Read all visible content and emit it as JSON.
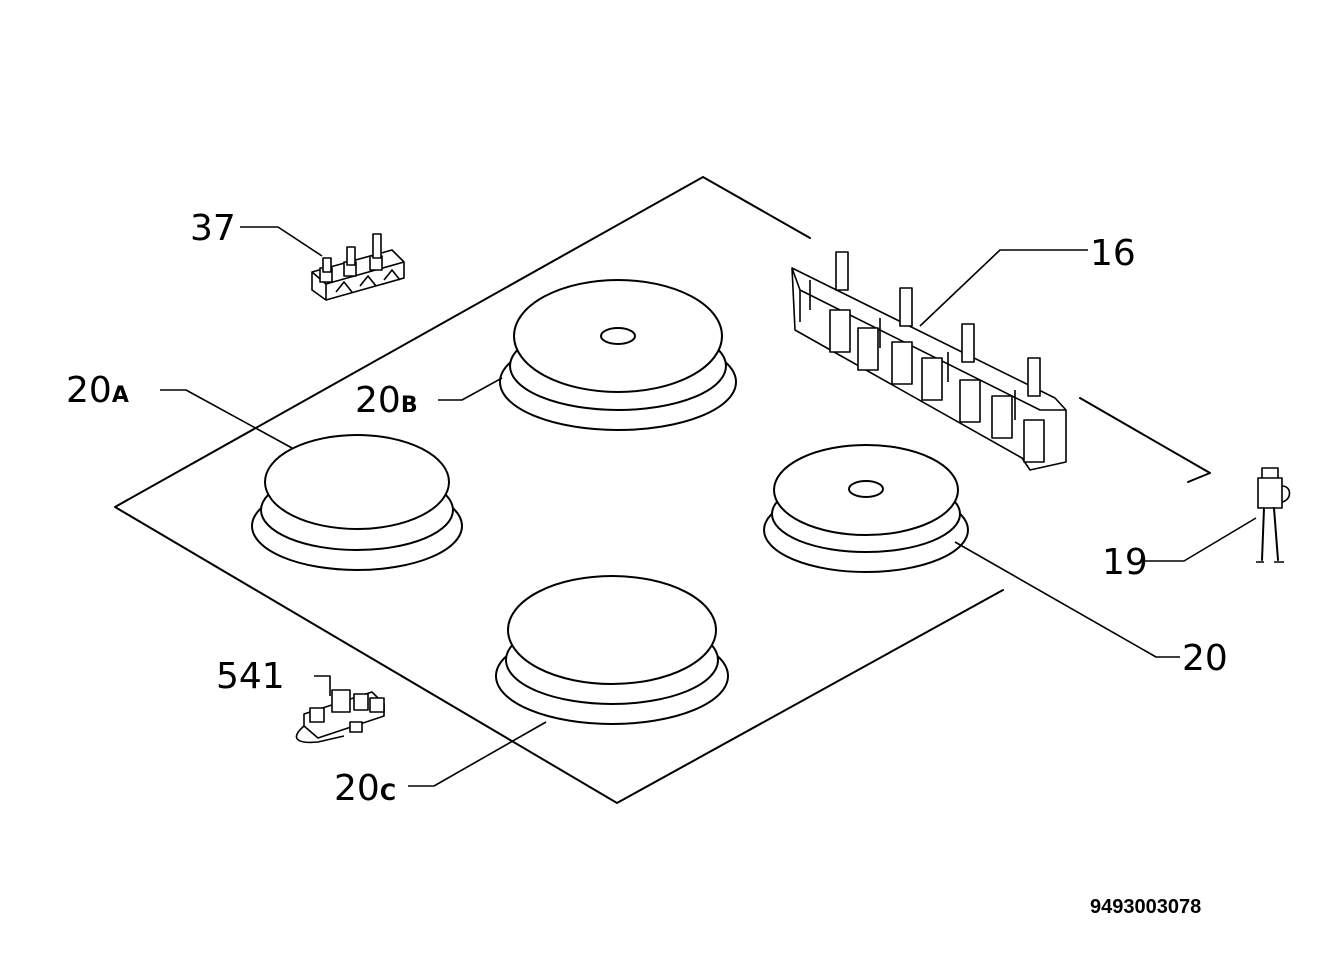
{
  "labels": {
    "p37": "37",
    "p16": "16",
    "p20a_num": "20",
    "p20a_suffix": "A",
    "p20b_num": "20",
    "p20b_suffix": "B",
    "p20_plain": "20",
    "p19": "19",
    "p541": "541",
    "p20c_num": "20",
    "p20c_suffix": "C"
  },
  "diagram_code": "9493003078"
}
